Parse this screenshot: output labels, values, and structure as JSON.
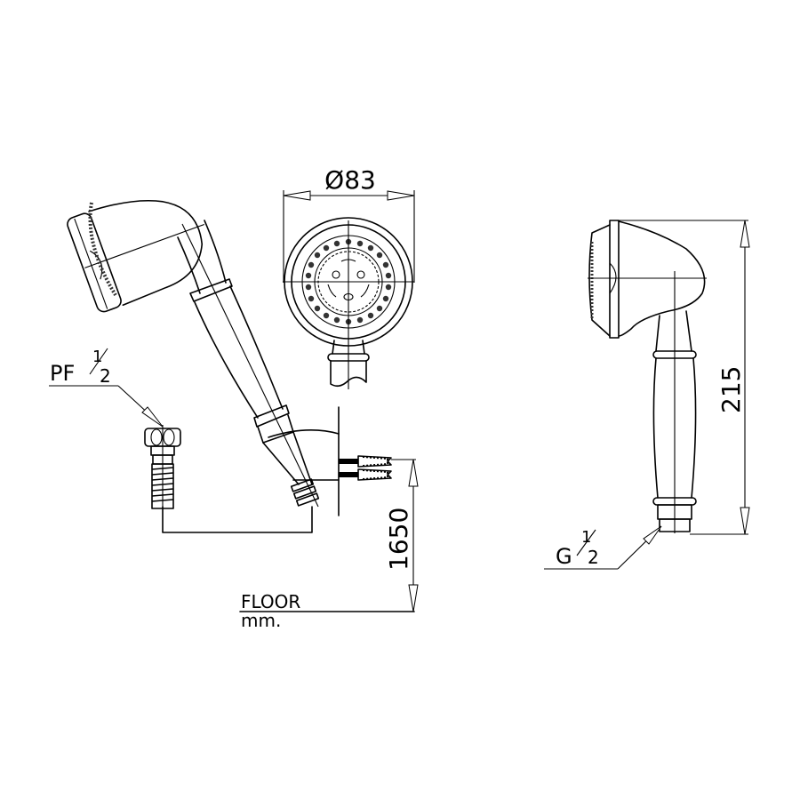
{
  "drawing": {
    "title": "Hand shower with wall bracket and hose - technical drawing",
    "stroke_color": "#000000",
    "background": "#ffffff"
  },
  "labels": {
    "diameter": "Ø83",
    "height_215": "215",
    "height_1650": "1650",
    "floor": "FLOOR",
    "units": "mm.",
    "pf_thread_prefix": "PF",
    "g_thread_prefix": "G",
    "fraction_num": "1",
    "fraction_den": "2"
  },
  "views": [
    {
      "name": "side-view-installed",
      "description": "Hand shower on wall bracket with hose"
    },
    {
      "name": "front-view",
      "description": "Shower face with spray holes"
    },
    {
      "name": "side-view-dimensioned",
      "description": "Hand shower profile"
    }
  ]
}
